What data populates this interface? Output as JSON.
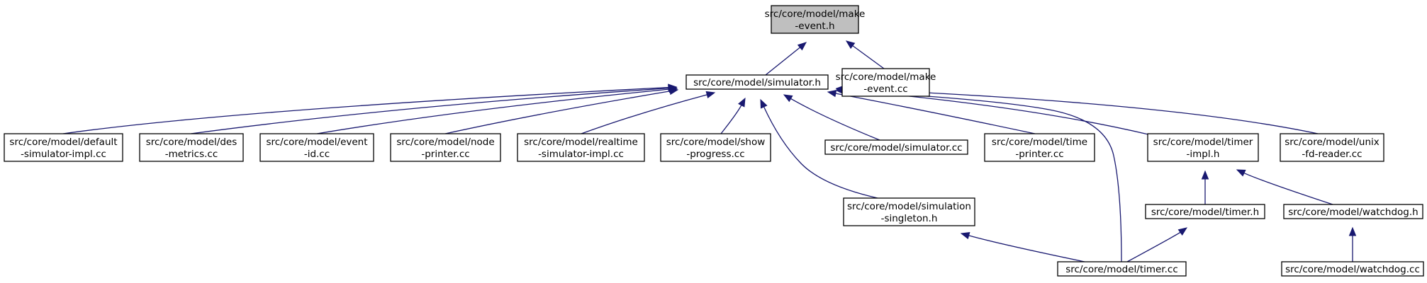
{
  "graph": {
    "colors": {
      "edge": "#191970",
      "root_fill": "#bfbfbf",
      "node_fill": "#ffffff",
      "border": "#000000"
    },
    "nodes": [
      {
        "id": "make_event_h",
        "lines": [
          "src/core/model/make",
          "-event.h"
        ],
        "root": true
      },
      {
        "id": "simulator_h",
        "lines": [
          "src/core/model/simulator.h"
        ]
      },
      {
        "id": "make_event_cc",
        "lines": [
          "src/core/model/make",
          "-event.cc"
        ]
      },
      {
        "id": "default_sim_impl",
        "lines": [
          "src/core/model/default",
          "-simulator-impl.cc"
        ]
      },
      {
        "id": "des_metrics",
        "lines": [
          "src/core/model/des",
          "-metrics.cc"
        ]
      },
      {
        "id": "event_id",
        "lines": [
          "src/core/model/event",
          "-id.cc"
        ]
      },
      {
        "id": "node_printer",
        "lines": [
          "src/core/model/node",
          "-printer.cc"
        ]
      },
      {
        "id": "realtime_sim_impl",
        "lines": [
          "src/core/model/realtime",
          "-simulator-impl.cc"
        ]
      },
      {
        "id": "show_progress",
        "lines": [
          "src/core/model/show",
          "-progress.cc"
        ]
      },
      {
        "id": "simulator_cc",
        "lines": [
          "src/core/model/simulator.cc"
        ]
      },
      {
        "id": "time_printer",
        "lines": [
          "src/core/model/time",
          "-printer.cc"
        ]
      },
      {
        "id": "timer_impl",
        "lines": [
          "src/core/model/timer",
          "-impl.h"
        ]
      },
      {
        "id": "unix_fd_reader",
        "lines": [
          "src/core/model/unix",
          "-fd-reader.cc"
        ]
      },
      {
        "id": "sim_singleton",
        "lines": [
          "src/core/model/simulation",
          "-singleton.h"
        ]
      },
      {
        "id": "timer_h",
        "lines": [
          "src/core/model/timer.h"
        ]
      },
      {
        "id": "watchdog_h",
        "lines": [
          "src/core/model/watchdog.h"
        ]
      },
      {
        "id": "timer_cc",
        "lines": [
          "src/core/model/timer.cc"
        ]
      },
      {
        "id": "watchdog_cc",
        "lines": [
          "src/core/model/watchdog.cc"
        ]
      }
    ],
    "edges": [
      {
        "from": "simulator_h",
        "to": "make_event_h"
      },
      {
        "from": "make_event_cc",
        "to": "make_event_h"
      },
      {
        "from": "default_sim_impl",
        "to": "simulator_h"
      },
      {
        "from": "des_metrics",
        "to": "simulator_h"
      },
      {
        "from": "event_id",
        "to": "simulator_h"
      },
      {
        "from": "node_printer",
        "to": "simulator_h"
      },
      {
        "from": "realtime_sim_impl",
        "to": "simulator_h"
      },
      {
        "from": "show_progress",
        "to": "simulator_h"
      },
      {
        "from": "sim_singleton",
        "to": "simulator_h"
      },
      {
        "from": "simulator_cc",
        "to": "simulator_h"
      },
      {
        "from": "time_printer",
        "to": "simulator_h"
      },
      {
        "from": "timer_cc",
        "to": "simulator_h"
      },
      {
        "from": "timer_impl",
        "to": "simulator_h"
      },
      {
        "from": "unix_fd_reader",
        "to": "simulator_h"
      },
      {
        "from": "timer_cc",
        "to": "sim_singleton"
      },
      {
        "from": "timer_h",
        "to": "timer_impl"
      },
      {
        "from": "watchdog_h",
        "to": "timer_impl"
      },
      {
        "from": "timer_cc",
        "to": "timer_h"
      },
      {
        "from": "watchdog_cc",
        "to": "watchdog_h"
      }
    ]
  }
}
